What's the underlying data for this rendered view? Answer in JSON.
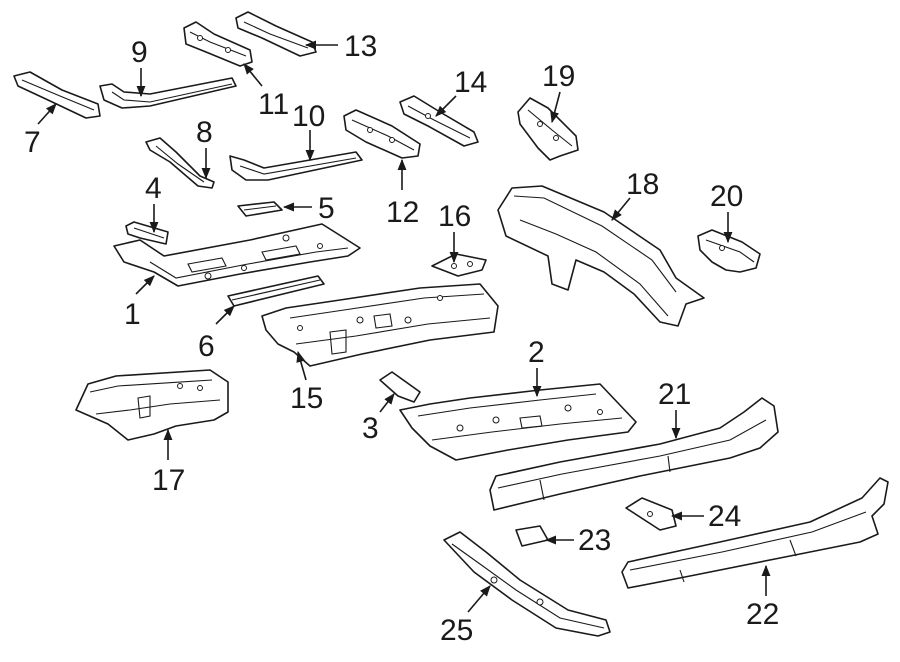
{
  "callouts": [
    {
      "id": "1",
      "label": "1"
    },
    {
      "id": "2",
      "label": "2"
    },
    {
      "id": "3",
      "label": "3"
    },
    {
      "id": "4",
      "label": "4"
    },
    {
      "id": "5",
      "label": "5"
    },
    {
      "id": "6",
      "label": "6"
    },
    {
      "id": "7",
      "label": "7"
    },
    {
      "id": "8",
      "label": "8"
    },
    {
      "id": "9",
      "label": "9"
    },
    {
      "id": "10",
      "label": "10"
    },
    {
      "id": "11",
      "label": "11"
    },
    {
      "id": "12",
      "label": "12"
    },
    {
      "id": "13",
      "label": "13"
    },
    {
      "id": "14",
      "label": "14"
    },
    {
      "id": "15",
      "label": "15"
    },
    {
      "id": "16",
      "label": "16"
    },
    {
      "id": "17",
      "label": "17"
    },
    {
      "id": "18",
      "label": "18"
    },
    {
      "id": "19",
      "label": "19"
    },
    {
      "id": "20",
      "label": "20"
    },
    {
      "id": "21",
      "label": "21"
    },
    {
      "id": "22",
      "label": "22"
    },
    {
      "id": "23",
      "label": "23"
    },
    {
      "id": "24",
      "label": "24"
    },
    {
      "id": "25",
      "label": "25"
    }
  ],
  "colors": {
    "ink": "#1a1a1a",
    "background": "#ffffff"
  }
}
